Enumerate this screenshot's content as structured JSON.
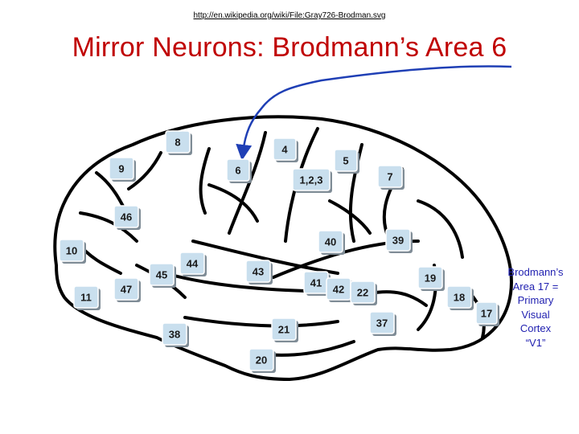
{
  "header": {
    "source_url": "http://en.wikipedia.org/wiki/File:Gray726-Brodman.svg",
    "title": "Mirror Neurons: Brodmann’s Area 6"
  },
  "areas": [
    {
      "label": "8"
    },
    {
      "label": "4"
    },
    {
      "label": "9"
    },
    {
      "label": "6"
    },
    {
      "label": "5"
    },
    {
      "label": "1,2,3"
    },
    {
      "label": "7"
    },
    {
      "label": "46"
    },
    {
      "label": "40"
    },
    {
      "label": "39"
    },
    {
      "label": "10"
    },
    {
      "label": "44"
    },
    {
      "label": "45"
    },
    {
      "label": "43"
    },
    {
      "label": "47"
    },
    {
      "label": "41"
    },
    {
      "label": "42"
    },
    {
      "label": "22"
    },
    {
      "label": "19"
    },
    {
      "label": "11"
    },
    {
      "label": "18"
    },
    {
      "label": "17"
    },
    {
      "label": "38"
    },
    {
      "label": "21"
    },
    {
      "label": "37"
    },
    {
      "label": "20"
    }
  ],
  "side_note": {
    "lines": [
      "Brodmann’s",
      "Area 17 =",
      "Primary",
      "Visual",
      "Cortex",
      "“V1”"
    ]
  },
  "colors": {
    "title": "#c00000",
    "pointer": "#1f3fb5",
    "side_note": "#1f1fb0",
    "label_box": "#c9dfee"
  }
}
